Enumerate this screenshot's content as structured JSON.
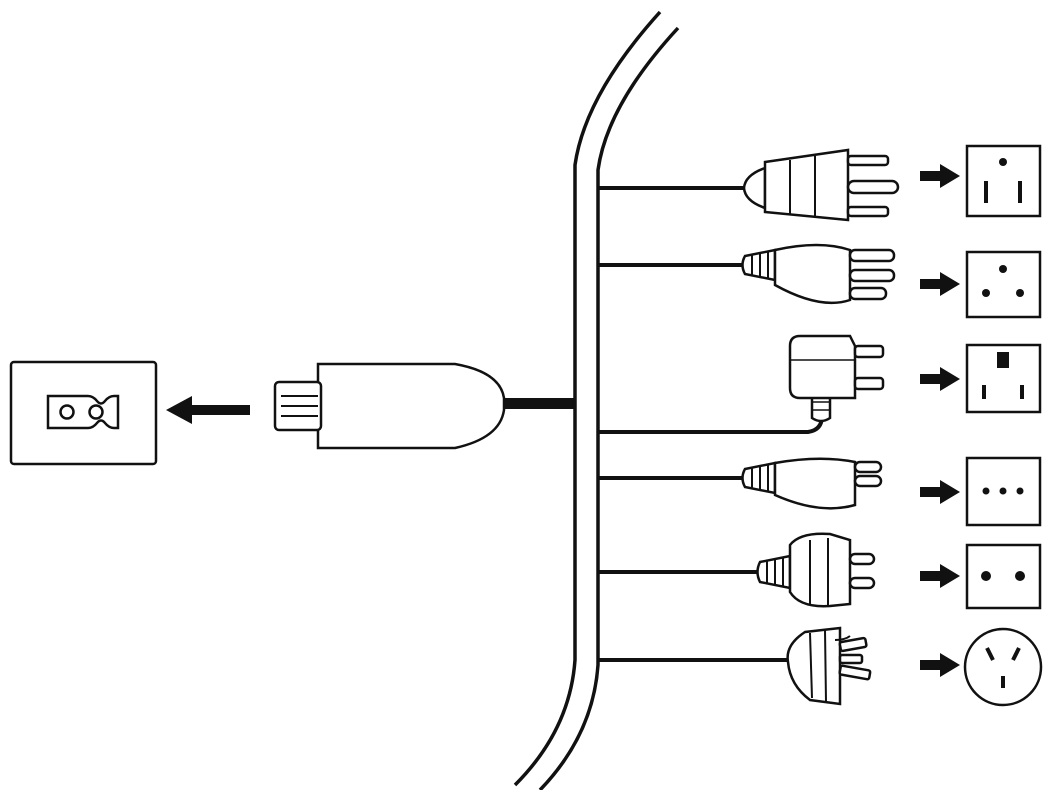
{
  "diagram": {
    "kind": "power-cord-plug-variants",
    "colors": {
      "ink": "#111111",
      "paper": "#ffffff"
    },
    "device_inlet": {
      "icon": "c7-figure-8-inlet-icon",
      "arrow_direction": "left"
    },
    "connector": {
      "icon": "c7-connector-icon"
    },
    "plug_variants": [
      {
        "plug_icon": "us-grounded-plug-icon",
        "outlet_icon": "us-grounded-outlet-icon",
        "outlet_shape": "square"
      },
      {
        "plug_icon": "uk-round-pin-plug-icon",
        "outlet_icon": "three-round-hole-triangle-outlet-icon",
        "outlet_shape": "square"
      },
      {
        "plug_icon": "uk-angled-plug-icon",
        "outlet_icon": "uk-rectangular-pin-outlet-icon",
        "outlet_shape": "square"
      },
      {
        "plug_icon": "swiss-three-pin-plug-icon",
        "outlet_icon": "three-hole-inline-outlet-icon",
        "outlet_shape": "square"
      },
      {
        "plug_icon": "schuko-plug-icon",
        "outlet_icon": "two-round-hole-outlet-icon",
        "outlet_shape": "square"
      },
      {
        "plug_icon": "australian-plug-icon",
        "outlet_icon": "australian-outlet-icon",
        "outlet_shape": "circle"
      }
    ]
  }
}
